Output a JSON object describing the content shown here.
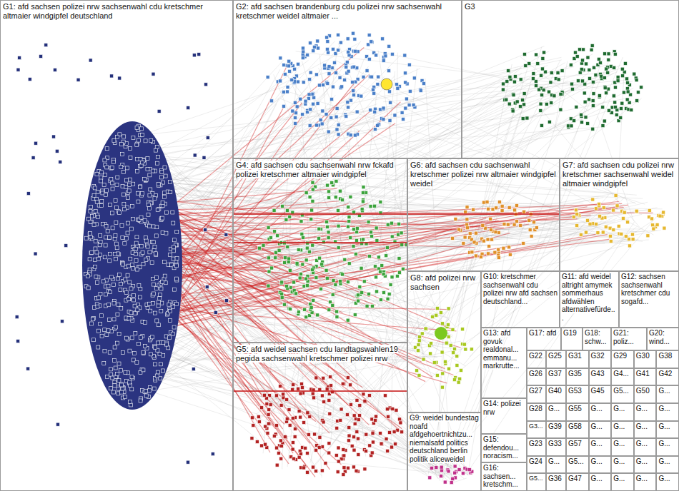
{
  "diagram": {
    "nodes": [
      {
        "text": [
          "G1: afd sachsen polizei nrw sachsenwahl cdu kretschmer altmaier windgipfel deutschland"
        ]
      },
      {
        "text": [
          "G2: afd sachsen brandenburg cdu polizei nrw sachsenwahl kretschmer weidel altmaier ..."
        ]
      },
      {
        "text": [
          "G3"
        ]
      },
      {
        "text": [
          "G4: afd sachsen cdu sachsenwahl nrw fckafd polizei kretschmer altmaier windgipfel"
        ]
      },
      {
        "text": [
          "G6: afd sachsen cdu sachsenwahl kretschmer polizei nrw altmaier windgipfel weidel"
        ]
      },
      {
        "text": [
          "G7: afd sachsen cdu polizei nrw kretschmer sachsenwahl weidel altmaier windgipfel"
        ]
      },
      {
        "text": [
          "G5: afd weidel sachsen cdu landtagswahlen19 pegida sachsenwahl kretschmer polizei nrw"
        ]
      },
      {
        "text": [
          "G8: afd polizei nrw sachsen"
        ]
      },
      {
        "text": [
          "G10: kretschmer sachsenwahl cdu polizei nrw afd sachsen deutschland..."
        ]
      },
      {
        "text": [
          "G11: afd weidel altright amymek sommerhaus afdwählen alternativefürde..."
        ]
      },
      {
        "text": [
          "G12: sachsen sachsenwahl kretschmer cdu sogafd..."
        ]
      },
      {
        "text": [
          "G9: weidel bundestag noafd afdgehoertnichtzu... niemalsafd politics deutschland berlin politik aliceweidel"
        ]
      },
      {
        "text": [
          "G13: afd govuk realdonal... emmanu... markrutte..."
        ]
      },
      {
        "text": [
          "G17: afd"
        ]
      },
      {
        "text": [
          "G19"
        ]
      },
      {
        "text": [
          "G18: schw..."
        ]
      },
      {
        "text": [
          "G21: poliz..."
        ]
      },
      {
        "text": [
          "G20: wind..."
        ]
      },
      {
        "text": [
          "G14: polizei nrw"
        ]
      },
      {
        "text": [
          "G15: defendou... noracism..."
        ]
      },
      {
        "text": [
          "G16: sachsen... kretschm..."
        ]
      },
      {
        "text": [
          "G22"
        ]
      },
      {
        "text": [
          "G25"
        ]
      },
      {
        "text": [
          "G31"
        ]
      },
      {
        "text": [
          "G32"
        ]
      },
      {
        "text": [
          "G29"
        ]
      },
      {
        "text": [
          "G30"
        ]
      },
      {
        "text": [
          "G38"
        ]
      },
      {
        "text": [
          "G26"
        ]
      },
      {
        "text": [
          "G37"
        ]
      },
      {
        "text": [
          "G35"
        ]
      },
      {
        "text": [
          "G43"
        ]
      },
      {
        "text": [
          "G4..."
        ]
      },
      {
        "text": [
          "G41"
        ]
      },
      {
        "text": [
          "G42"
        ]
      },
      {
        "text": [
          "G27"
        ]
      },
      {
        "text": [
          "G40"
        ]
      },
      {
        "text": [
          "G53"
        ]
      },
      {
        "text": [
          "G45"
        ]
      },
      {
        "text": [
          "G5..."
        ]
      },
      {
        "text": [
          "G50"
        ]
      },
      {
        "text": [
          "G..."
        ]
      },
      {
        "text": [
          "G28"
        ]
      },
      {
        "text": [
          "G..."
        ]
      },
      {
        "text": [
          "G55"
        ]
      },
      {
        "text": [
          "G..."
        ]
      },
      {
        "text": [
          "G..."
        ]
      },
      {
        "text": [
          "G..."
        ]
      },
      {
        "text": [
          "G..."
        ]
      },
      {
        "text": [
          "G3..."
        ]
      },
      {
        "text": [
          "G39"
        ]
      },
      {
        "text": [
          "G58"
        ]
      },
      {
        "text": [
          "G..."
        ]
      },
      {
        "text": [
          "G..."
        ]
      },
      {
        "text": [
          "G..."
        ]
      },
      {
        "text": [
          "G..."
        ]
      },
      {
        "text": [
          "G23"
        ]
      },
      {
        "text": [
          "G33"
        ]
      },
      {
        "text": [
          "G57"
        ]
      },
      {
        "text": [
          "G..."
        ]
      },
      {
        "text": [
          "G..."
        ]
      },
      {
        "text": [
          "G..."
        ]
      },
      {
        "text": [
          "G..."
        ]
      },
      {
        "text": [
          "G24"
        ]
      },
      {
        "text": [
          "G..."
        ]
      },
      {
        "text": [
          "G5..."
        ]
      },
      {
        "text": [
          "G..."
        ]
      },
      {
        "text": [
          "G..."
        ]
      },
      {
        "text": [
          "G..."
        ]
      },
      {
        "text": [
          "G..."
        ]
      },
      {
        "text": [
          "G5..."
        ]
      },
      {
        "text": [
          "G36"
        ]
      },
      {
        "text": [
          "G47"
        ]
      },
      {
        "text": [
          "G..."
        ]
      },
      {
        "text": [
          "G..."
        ]
      },
      {
        "text": [
          "G..."
        ]
      },
      {
        "text": [
          "G..."
        ]
      }
    ],
    "edges": [
      {
        "from": 0,
        "to": 4,
        "arrow": "none"
      },
      {
        "from": 0,
        "to": 5,
        "arrow": "none"
      },
      {
        "from": 0,
        "to": 7,
        "arrow": "none"
      }
    ]
  }
}
